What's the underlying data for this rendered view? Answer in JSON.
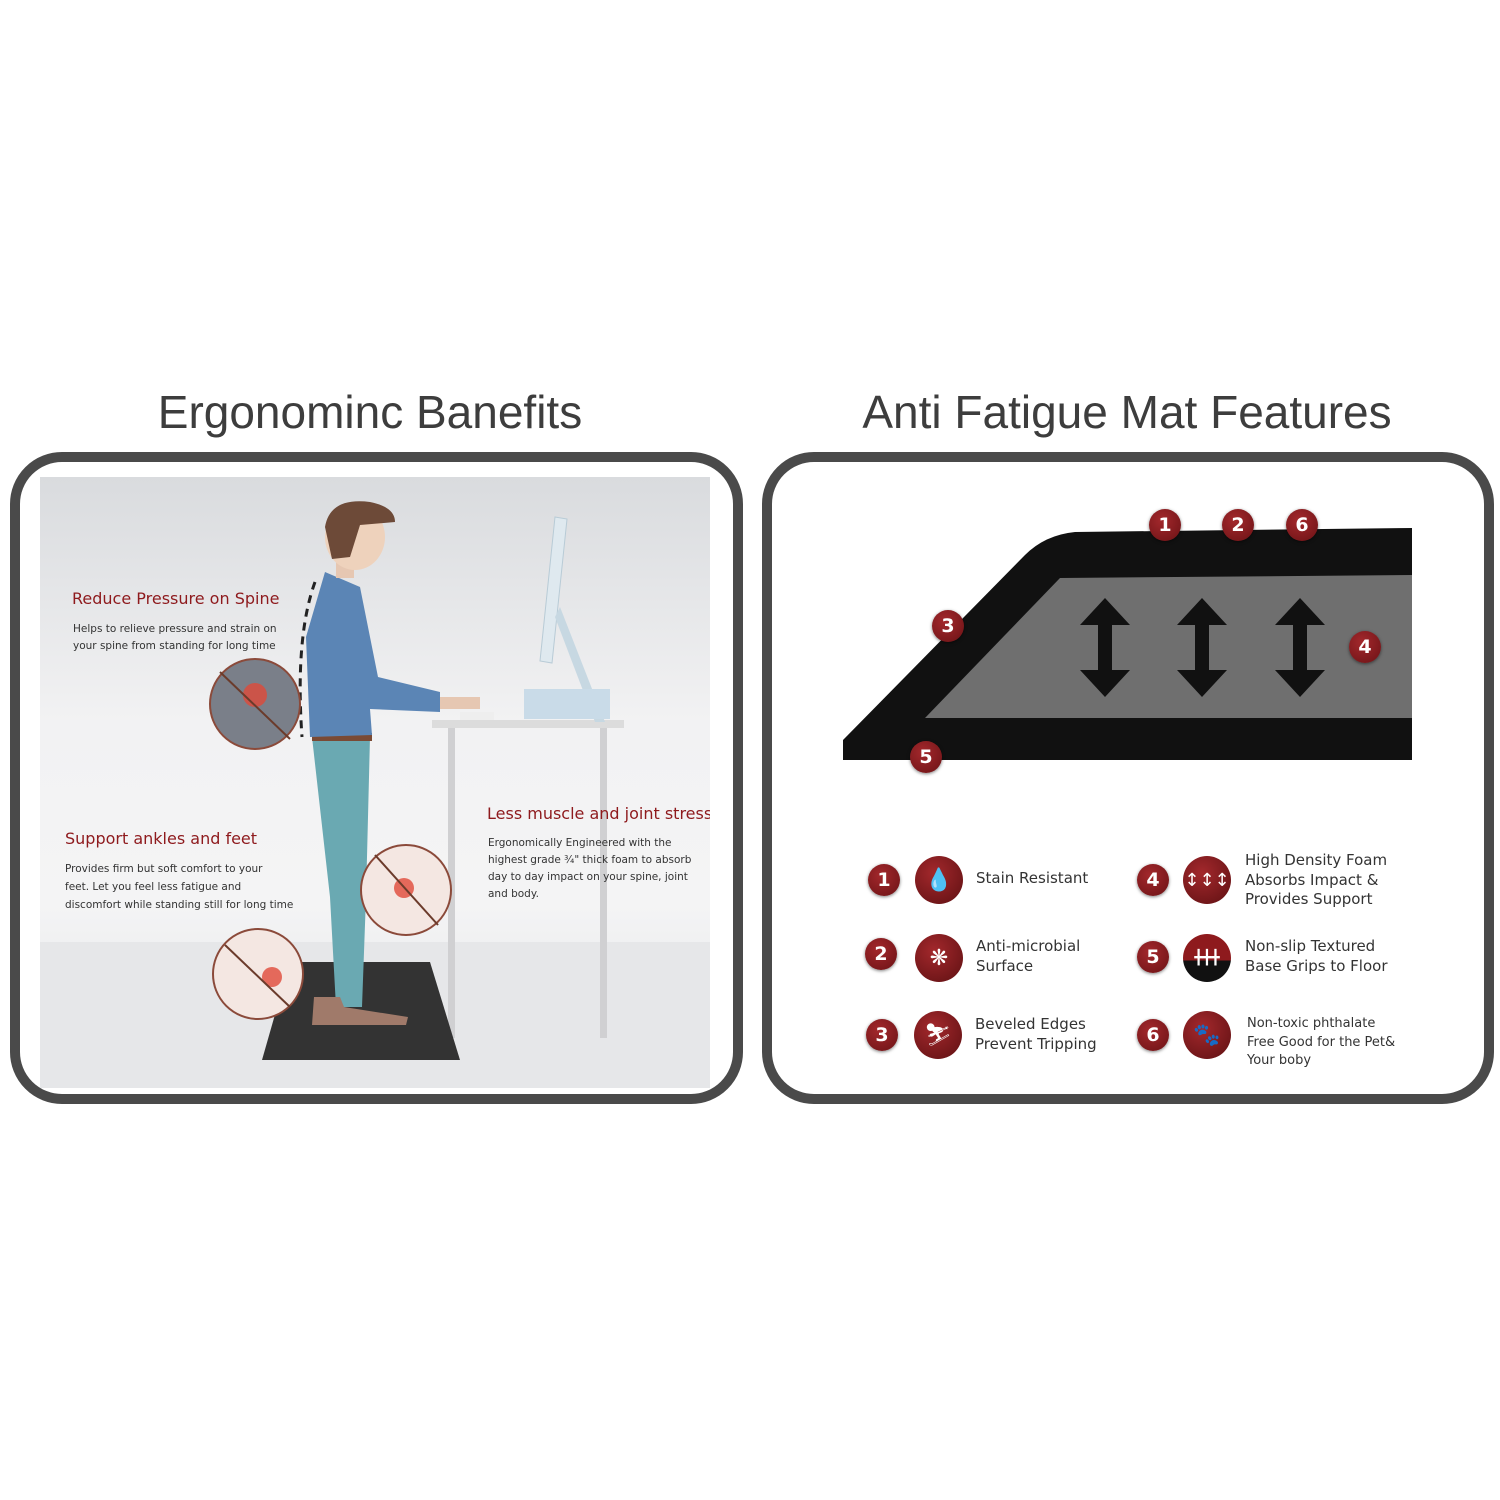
{
  "left": {
    "title": "Ergonominc Banefits",
    "sections": [
      {
        "heading": "Reduce Pressure on Spine",
        "lines": [
          "Helps to relieve pressure and strain on",
          "your spine from standing for long time"
        ]
      },
      {
        "heading": "Support ankles and feet",
        "lines": [
          "Provides firm but soft comfort to your",
          "feet. Let you feel less fatigue and",
          "discomfort while standing still for long time"
        ]
      },
      {
        "heading": "Less muscle and joint stress",
        "lines": [
          "Ergonomically Engineered with the",
          "highest grade ¾\" thick foam to absorb",
          "day to day impact on your spine, joint",
          "and body."
        ]
      }
    ]
  },
  "right": {
    "title": "Anti Fatigue Mat Features",
    "diagram_badges": [
      "1",
      "2",
      "6",
      "3",
      "4",
      "5"
    ],
    "features": [
      {
        "num": "1",
        "icon": "water-drop-icon",
        "lines": [
          "Stain Resistant"
        ]
      },
      {
        "num": "2",
        "icon": "microbe-icon",
        "lines": [
          "Anti-microbial",
          "Surface"
        ]
      },
      {
        "num": "3",
        "icon": "slip-fall-icon",
        "lines": [
          "Beveled Edges",
          "Prevent Tripping"
        ]
      },
      {
        "num": "4",
        "icon": "vertical-arrows-icon",
        "lines": [
          "High Density Foam",
          "Absorbs Impact &",
          "Provides Support"
        ]
      },
      {
        "num": "5",
        "icon": "grip-texture-icon",
        "lines": [
          "Non-slip Textured",
          "Base Grips to Floor"
        ]
      },
      {
        "num": "6",
        "icon": "paw-icon",
        "lines": [
          "Non-toxic phthalate",
          "Free Good for the Pet&",
          "Your boby"
        ]
      }
    ]
  },
  "colors": {
    "accent": "#8e1a1d",
    "border": "#4a4a4a",
    "mat": "#111111"
  }
}
